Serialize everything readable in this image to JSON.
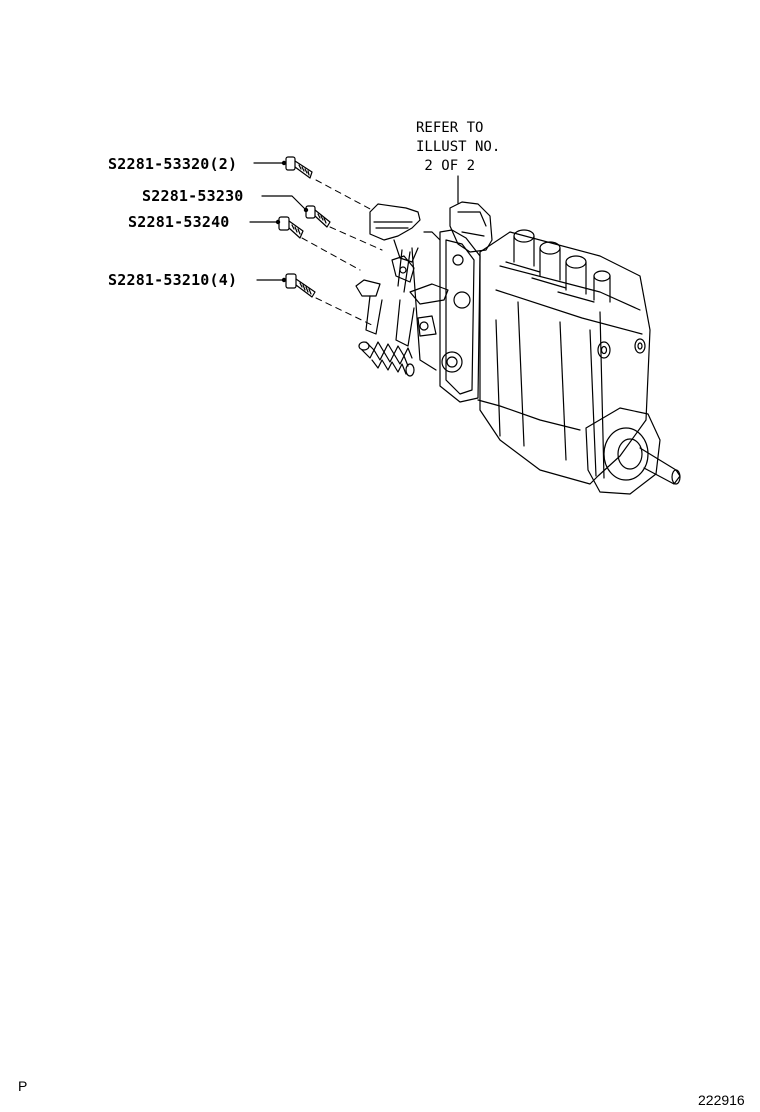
{
  "parts": [
    {
      "id": "part-1",
      "label": "S2281-53320(2)"
    },
    {
      "id": "part-2",
      "label": "S2281-53230"
    },
    {
      "id": "part-3",
      "label": "S2281-53240"
    },
    {
      "id": "part-4",
      "label": "S2281-53210(4)"
    }
  ],
  "reference_note": {
    "line1": "REFER TO",
    "line2": "ILLUST NO.",
    "line3": " 2 OF 2"
  },
  "footer": {
    "page_letter": "P",
    "illustration_number": "222916"
  }
}
